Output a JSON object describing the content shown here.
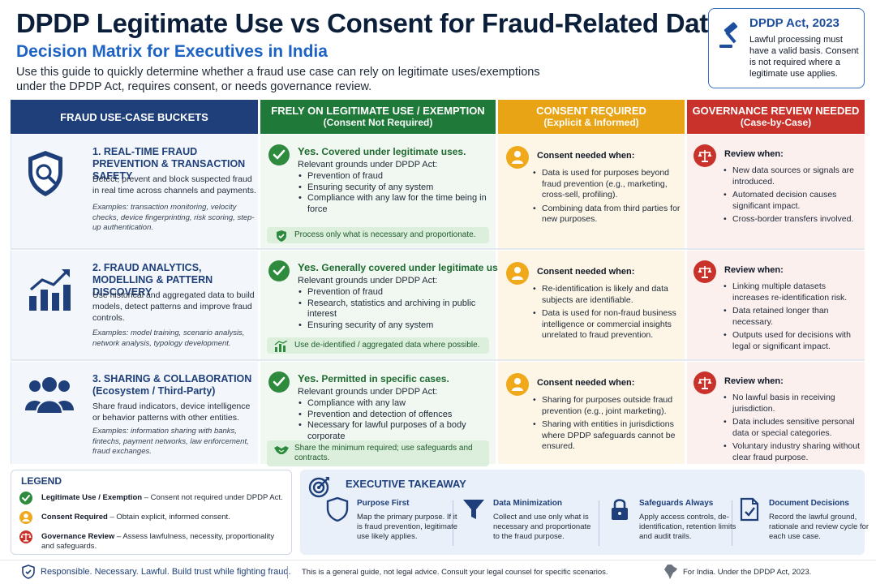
{
  "header": {
    "title": "DPDP Legitimate Use vs Consent for Fraud-Related Data",
    "subtitle": "Decision Matrix for Executives in India",
    "intro": "Use this guide to quickly determine whether a fraud use case can rely on legitimate uses/exemptions under the DPDP Act, requires consent, or needs governance review."
  },
  "dpdp_box": {
    "title": "DPDP Act, 2023",
    "text": "Lawful processing must have a valid basis. Consent is not required where a legitimate use applies.",
    "icon": "gavel-icon"
  },
  "columns": {
    "buckets": {
      "line1": "FRAUD USE-CASE BUCKETS"
    },
    "legitimate": {
      "line1": "FRELY ON LEGITIMATE USE / EXEMPTION",
      "line2": "(Consent Not Required)"
    },
    "consent": {
      "line1": "CONSENT REQUIRED",
      "line2": "(Explicit & Informed)"
    },
    "governance": {
      "line1": "GOVERNANCE REVIEW NEEDED",
      "line2": "(Case-by-Case)"
    }
  },
  "rows": [
    {
      "bucket": {
        "icon": "shield-search-icon",
        "title": "1.  REAL-TIME FRAUD PREVENTION & TRANSACTION SAFETY",
        "desc": "Detect, prevent and block suspected fraud in real time across channels and payments.",
        "examples": "Examples: transaction monitoring, velocity checks, device fingerprinting, risk scoring, step-up authentication."
      },
      "legit": {
        "yes": "Yes.",
        "yes_text": "Covered under legitimate uses.",
        "grounds": "Relevant grounds under DPDP Act:",
        "items": [
          "Prevention of fraud",
          "Ensuring security of any system",
          "Compliance with any law for the time being in force"
        ],
        "note": "Process only what is necessary and proportionate.",
        "note_icon": "shield-check-icon"
      },
      "consent": {
        "head": "Consent needed when:",
        "items": [
          "Data is used for purposes beyond fraud prevention (e.g., marketing, cross-sell, profiling).",
          "Combining data from third parties for new purposes."
        ]
      },
      "gov": {
        "head": "Review when:",
        "items": [
          "New data sources or signals are introduced.",
          "Automated decision causes significant impact.",
          "Cross-border transfers involved."
        ]
      }
    },
    {
      "bucket": {
        "icon": "bar-chart-icon",
        "title": "2.  FRAUD ANALYTICS, MODELLING & PATTERN DISCOVERY",
        "desc": "Use historical and aggregated data to build models, detect patterns and improve fraud controls.",
        "examples": "Examples: model training, scenario analysis, network analysis, typology development."
      },
      "legit": {
        "yes": "Yes.",
        "yes_text": "Generally covered under legitimate uses.",
        "grounds": "Relevant grounds under DPDP Act:",
        "items": [
          "Prevention of fraud",
          "Research, statistics and archiving in public interest",
          "Ensuring security of any system"
        ],
        "note": "Use de-identified / aggregated data where possible.",
        "note_icon": "bar-chart-icon"
      },
      "consent": {
        "head": "Consent needed when:",
        "items": [
          "Re-identification is likely and data subjects are identifiable.",
          "Data is used for non-fraud business intelligence or commercial insights unrelated to fraud prevention."
        ]
      },
      "gov": {
        "head": "Review when:",
        "items": [
          "Linking multiple datasets increases re-identification risk.",
          "Data retained longer than necessary.",
          "Outputs used for decisions with legal or significant impact."
        ]
      }
    },
    {
      "bucket": {
        "icon": "people-icon",
        "title": "3.  SHARING & COLLABORATION (Ecosystem / Third-Party)",
        "desc": "Share fraud indicators, device intelligence or behavior patterns with other entities.",
        "examples": "Examples: information sharing with banks, fintechs, payment networks, law enforcement, fraud exchanges."
      },
      "legit": {
        "yes": "Yes.",
        "yes_text": "Permitted in specific cases.",
        "grounds": "Relevant grounds under DPDP Act:",
        "items": [
          "Compliance with any law",
          "Prevention and detection of offences",
          "Necessary for lawful purposes of a body corporate"
        ],
        "note": "Share the minimum required; use safeguards and contracts.",
        "note_icon": "handshake-icon"
      },
      "consent": {
        "head": "Consent needed when:",
        "items": [
          "Sharing for purposes outside fraud prevention (e.g., joint marketing).",
          "Sharing with entities in jurisdictions where DPDP safeguards cannot be ensured."
        ]
      },
      "gov": {
        "head": "Review when:",
        "items": [
          "No lawful basis in receiving jurisdiction.",
          "Data includes sensitive personal data or special categories.",
          "Voluntary industry sharing without clear fraud purpose."
        ]
      }
    }
  ],
  "legend": {
    "title": "LEGEND",
    "items": [
      {
        "label": "Legitimate Use / Exemption",
        "text": " – Consent not required under DPDP Act.",
        "color": "#2e8b3d"
      },
      {
        "label": "Consent Required",
        "text": " – Obtain explicit, informed consent.",
        "color": "#f0a91a"
      },
      {
        "label": "Governance Review",
        "text": " – Assess lawfulness, necessity, proportionality and safeguards.",
        "color": "#c8322b"
      }
    ]
  },
  "takeaway": {
    "title": "EXECUTIVE TAKEAWAY",
    "items": [
      {
        "head": "Purpose First",
        "body": "Map the primary purpose. If it is fraud prevention, legitimate use likely applies.",
        "icon": "shield-icon"
      },
      {
        "head": "Data Minimization",
        "body": "Collect and use only what is necessary and proportionate to the fraud purpose.",
        "icon": "funnel-icon"
      },
      {
        "head": "Safeguards Always",
        "body": "Apply access controls, de-identification, retention limits and audit trails.",
        "icon": "lock-icon"
      },
      {
        "head": "Document Decisions",
        "body": "Record the lawful ground, rationale and review cycle for each use case.",
        "icon": "document-check-icon"
      }
    ]
  },
  "footer": {
    "left": "Responsible. Necessary. Lawful. Build trust while fighting fraud.",
    "mid": "This is a general guide, not legal advice. Consult your legal counsel for specific scenarios.",
    "right": "For India. Under the DPDP Act, 2023."
  },
  "colors": {
    "navy": "#1e3f7a",
    "green": "#1f7a3a",
    "amber": "#e9a416",
    "red": "#c8322b",
    "blue_accent": "#1d63c4"
  }
}
